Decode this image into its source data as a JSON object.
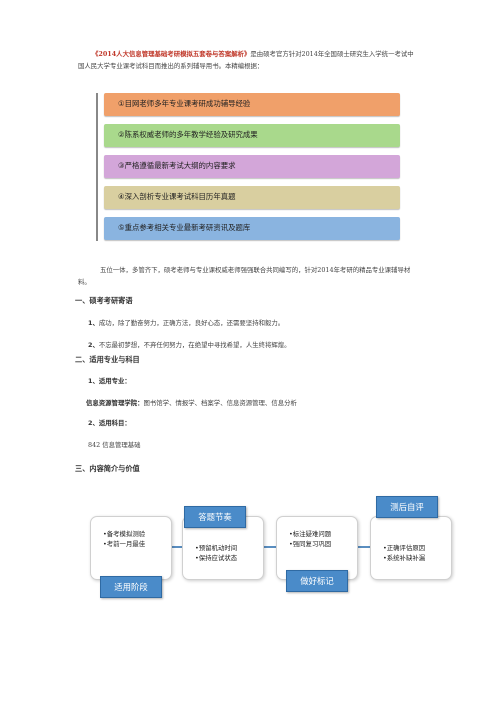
{
  "intro": {
    "book_title": "《2014人大信息管理基础考研模拟五套卷与答案解析》",
    "text": "是由硕考官方针对2014年全国硕士研究生入学统一考试中国人民大学专业课考试科目而推出的系列辅导用书。本精编根据："
  },
  "diagram": {
    "items": [
      {
        "label": "①目网老师多年专业课考研成功辅导经验",
        "color": "#f0a06a"
      },
      {
        "label": "②陈系权威老师的多年教学经验及研究成果",
        "color": "#a9d98c"
      },
      {
        "label": "③严格遵循最新考试大纲的内容要求",
        "color": "#d3a6d9"
      },
      {
        "label": "④深入剖析专业课考试科目历年真题",
        "color": "#d9cfa0"
      },
      {
        "label": "⑤重点参考相关专业最新考研资讯及题库",
        "color": "#8ab4e0"
      }
    ]
  },
  "para2": "五位一体，多管齐下，硕考老师与专业课权威老师强强联合共同编写的，针对2014年考研的精品专业课辅导材料。",
  "section1": {
    "heading": "一、硕考考研寄语",
    "items": [
      {
        "num": "1、",
        "text": "成功，除了勤奋努力，正确方法，良好心态，还需要坚持和毅力。"
      },
      {
        "num": "2、",
        "text": "不忘最初梦想，不弃任何努力，在绝望中寻找希望，人生终将辉煌。"
      }
    ]
  },
  "section2": {
    "heading": "二、适用专业与科目",
    "major_label": "1、适用专业：",
    "dept": "信息资源管理学院：",
    "majors": "图书馆学、情报学、档案学、信息资源管理、信息分析",
    "subject_label": "2、适用科目：",
    "subject": "842 信息管理基础"
  },
  "section3": {
    "heading": "三、内容简介与价值"
  },
  "cycle": {
    "panels": [
      {
        "lines": [
          "•备考模拟测验",
          "•考前一月最佳"
        ]
      },
      {
        "lines": [
          "•预留机动时间",
          "•保持应试状态"
        ]
      },
      {
        "lines": [
          "•标注疑难问题",
          "•强同复习巩固"
        ]
      },
      {
        "lines": [
          "•正确评估原因",
          "•系统补缺补漏"
        ]
      }
    ],
    "tags": [
      "适用阶段",
      "答题节奏",
      "做好标记",
      "测后自评"
    ]
  }
}
